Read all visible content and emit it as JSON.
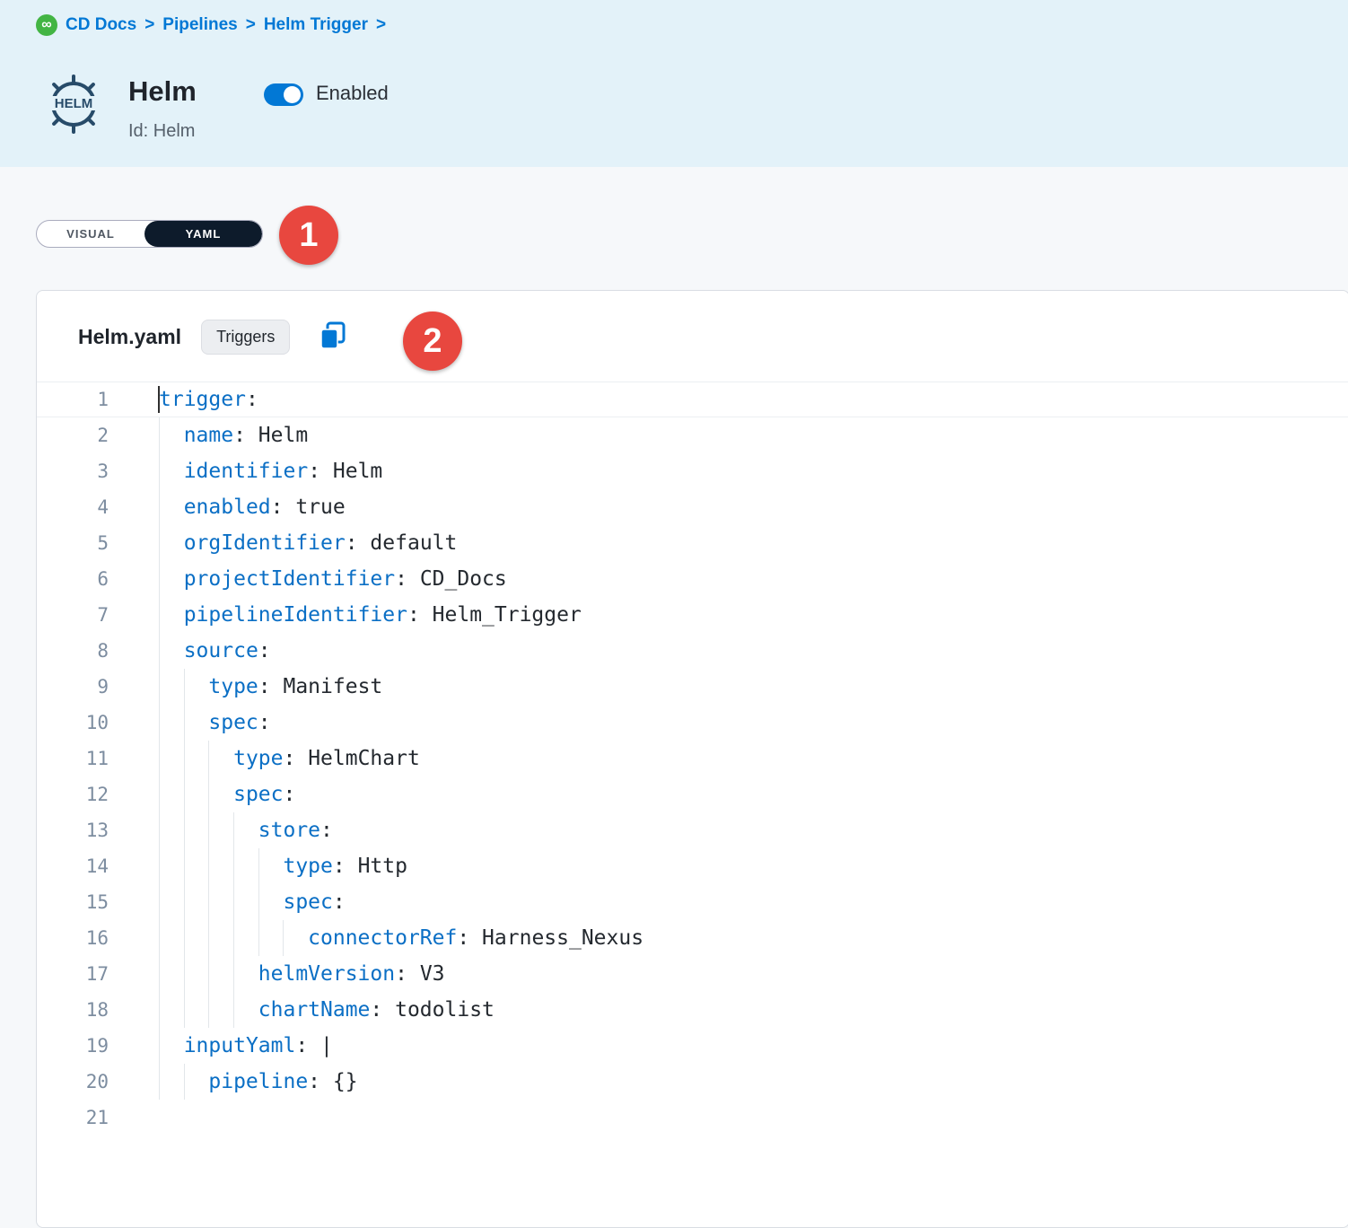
{
  "colors": {
    "accent_blue": "#0278d5",
    "header_bg": "#e3f2f9",
    "annotation_red": "#e8473f",
    "yaml_key_blue": "#0b6fc5",
    "dark_tab_bg": "#0d1b2b",
    "harness_green": "#43b544"
  },
  "icons": {
    "harness_logo": "∞"
  },
  "breadcrumb": {
    "items": [
      "CD Docs",
      "Pipelines",
      "Helm Trigger"
    ],
    "separator": ">"
  },
  "header": {
    "logo_text": "HELM",
    "title": "Helm",
    "toggle_label": "Enabled",
    "toggle_state": "on",
    "id_text": "Id: Helm"
  },
  "view_toggle": {
    "visual": "VISUAL",
    "yaml": "YAML",
    "selected": "YAML"
  },
  "annotations": [
    {
      "label": "1"
    },
    {
      "label": "2"
    }
  ],
  "yaml_card": {
    "file_name": "Helm.yaml",
    "badge": "Triggers"
  },
  "code": {
    "lines": [
      {
        "n": 1,
        "indent": 0,
        "key": "trigger",
        "value": "",
        "cursor": true,
        "active": true
      },
      {
        "n": 2,
        "indent": 2,
        "key": "name",
        "value": "Helm"
      },
      {
        "n": 3,
        "indent": 2,
        "key": "identifier",
        "value": "Helm"
      },
      {
        "n": 4,
        "indent": 2,
        "key": "enabled",
        "value": "true"
      },
      {
        "n": 5,
        "indent": 2,
        "key": "orgIdentifier",
        "value": "default"
      },
      {
        "n": 6,
        "indent": 2,
        "key": "projectIdentifier",
        "value": "CD_Docs"
      },
      {
        "n": 7,
        "indent": 2,
        "key": "pipelineIdentifier",
        "value": "Helm_Trigger"
      },
      {
        "n": 8,
        "indent": 2,
        "key": "source",
        "value": ""
      },
      {
        "n": 9,
        "indent": 4,
        "key": "type",
        "value": "Manifest"
      },
      {
        "n": 10,
        "indent": 4,
        "key": "spec",
        "value": ""
      },
      {
        "n": 11,
        "indent": 6,
        "key": "type",
        "value": "HelmChart"
      },
      {
        "n": 12,
        "indent": 6,
        "key": "spec",
        "value": ""
      },
      {
        "n": 13,
        "indent": 8,
        "key": "store",
        "value": ""
      },
      {
        "n": 14,
        "indent": 10,
        "key": "type",
        "value": "Http"
      },
      {
        "n": 15,
        "indent": 10,
        "key": "spec",
        "value": ""
      },
      {
        "n": 16,
        "indent": 12,
        "key": "connectorRef",
        "value": "Harness_Nexus"
      },
      {
        "n": 17,
        "indent": 8,
        "key": "helmVersion",
        "value": "V3"
      },
      {
        "n": 18,
        "indent": 8,
        "key": "chartName",
        "value": "todolist"
      },
      {
        "n": 19,
        "indent": 2,
        "key": "inputYaml",
        "value": "|"
      },
      {
        "n": 20,
        "indent": 4,
        "key": "pipeline",
        "value": "{}"
      },
      {
        "n": 21,
        "indent": 0,
        "key": "",
        "value": ""
      }
    ]
  }
}
